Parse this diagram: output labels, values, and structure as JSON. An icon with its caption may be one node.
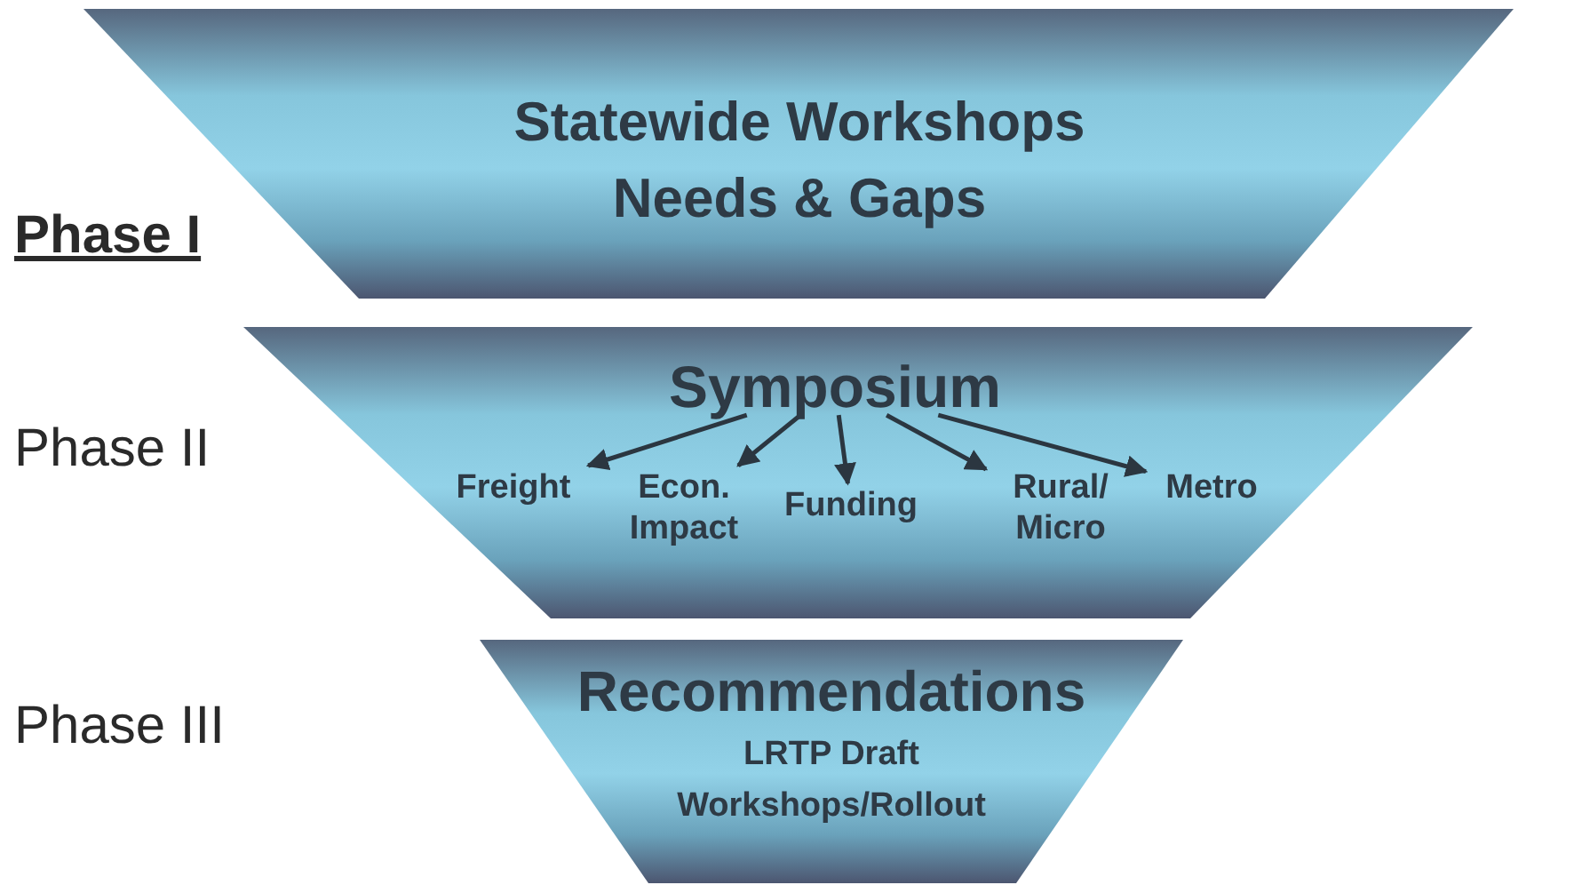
{
  "diagram": {
    "nodes": [
      {
        "text": [
          "Statewide Workshops",
          "Needs & Gaps"
        ]
      },
      {
        "text": [],
        "shape": "trapezoid"
      },
      {
        "text": [
          "Symposium"
        ],
        "in": 1
      },
      {
        "text": [
          "Freight"
        ],
        "in": 1
      },
      {
        "text": [
          "Econ. Impact"
        ],
        "in": 1
      },
      {
        "text": [
          "Funding"
        ],
        "in": 1
      },
      {
        "text": [
          "Rural/ Micro"
        ],
        "in": 1
      },
      {
        "text": [
          "Metro"
        ],
        "in": 1
      },
      {
        "text": [
          "Recommendations",
          "LRTP Draft",
          "Workshops/Rollout"
        ]
      }
    ],
    "edges": [
      {
        "from": 2,
        "to": 3,
        "arrow": "to"
      },
      {
        "from": 2,
        "to": 4,
        "arrow": "to"
      },
      {
        "from": 2,
        "to": 5,
        "arrow": "to"
      },
      {
        "from": 2,
        "to": 6,
        "arrow": "to"
      },
      {
        "from": 2,
        "to": 7,
        "arrow": "to"
      }
    ],
    "labels": [
      "Phase I",
      "Phase II",
      "Phase III"
    ]
  }
}
